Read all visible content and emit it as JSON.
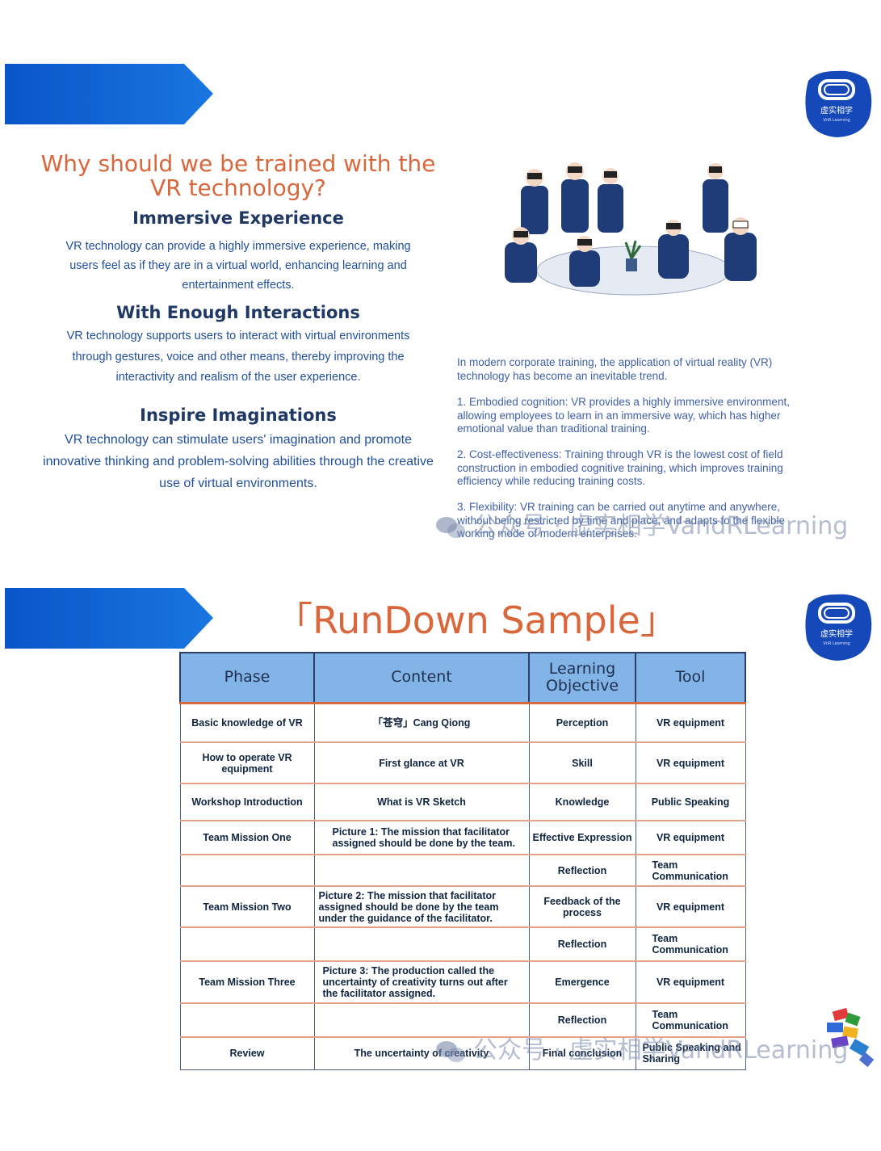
{
  "slide1": {
    "title_line1": "Why should we be trained with the",
    "title_line2": "VR technology?",
    "sections": [
      {
        "heading": "Immersive Experience",
        "body": "VR technology can provide a highly immersive experience, making users feel as if they are in a virtual world, enhancing learning and entertainment effects."
      },
      {
        "heading": "With Enough Interactions",
        "body": "VR technology supports users to interact with virtual environments through gestures, voice and other means, thereby improving the interactivity and realism of the user experience."
      },
      {
        "heading": "Inspire Imaginations",
        "body": "VR technology can stimulate users' imagination and promote innovative thinking and problem-solving abilities through the creative use of virtual environments."
      }
    ],
    "right_paragraphs": [
      "In modern corporate training, the application of virtual reality (VR) technology has become an inevitable trend.",
      "1. Embodied cognition: VR provides a highly immersive environment, allowing employees to learn in an immersive way, which has higher emotional value than traditional training.",
      "2. Cost-effectiveness: Training through VR is the lowest cost of field construction in embodied cognitive training, which improves training efficiency while reducing training costs.",
      "3. Flexibility: VR training can be carried out anytime and anywhere, without being restricted by time and place, and adapts to the flexible working mode of modern enterprises."
    ]
  },
  "logo": {
    "line1": "虚实相学",
    "line2": "VnR Learning"
  },
  "watermark": "公众号 · 虚实相学VandRLearning",
  "slide2": {
    "title": "「RunDown Sample」",
    "columns": [
      "Phase",
      "Content",
      "Learning Objective",
      "Tool"
    ],
    "rows": [
      [
        "Basic knowledge of VR",
        "「苍穹」Cang Qiong",
        "Perception",
        "VR equipment"
      ],
      [
        "How to operate VR equipment",
        "First glance at VR",
        "Skill",
        "VR equipment"
      ],
      [
        "Workshop Introduction",
        "What is VR Sketch",
        "Knowledge",
        "Public Speaking"
      ],
      [
        "Team Mission One",
        "Picture 1: The mission that facilitator assigned should be done by the team.",
        "Effective Expression",
        "VR equipment"
      ],
      [
        "",
        "",
        "Reflection",
        "Team Communication"
      ],
      [
        "Team Mission Two",
        "Picture 2: The mission that facilitator assigned should be done by the team under the guidance of the facilitator.",
        "Feedback of the process",
        "VR equipment"
      ],
      [
        "",
        "",
        "Reflection",
        "Team Communication"
      ],
      [
        "Team Mission Three",
        "Picture 3: The production called the uncertainty of creativity turns out after the facilitator assigned.",
        "Emergence",
        "VR equipment"
      ],
      [
        "",
        "",
        "Reflection",
        "Team Communication"
      ],
      [
        "Review",
        "The uncertainty of creativity",
        "Final conclusion",
        "Public Speaking and Sharing"
      ]
    ]
  },
  "colors": {
    "banner_blue": "#0b57c9",
    "title_orange": "#d9673b",
    "header_blue": "#82b4e8",
    "navy": "#1f3864"
  }
}
